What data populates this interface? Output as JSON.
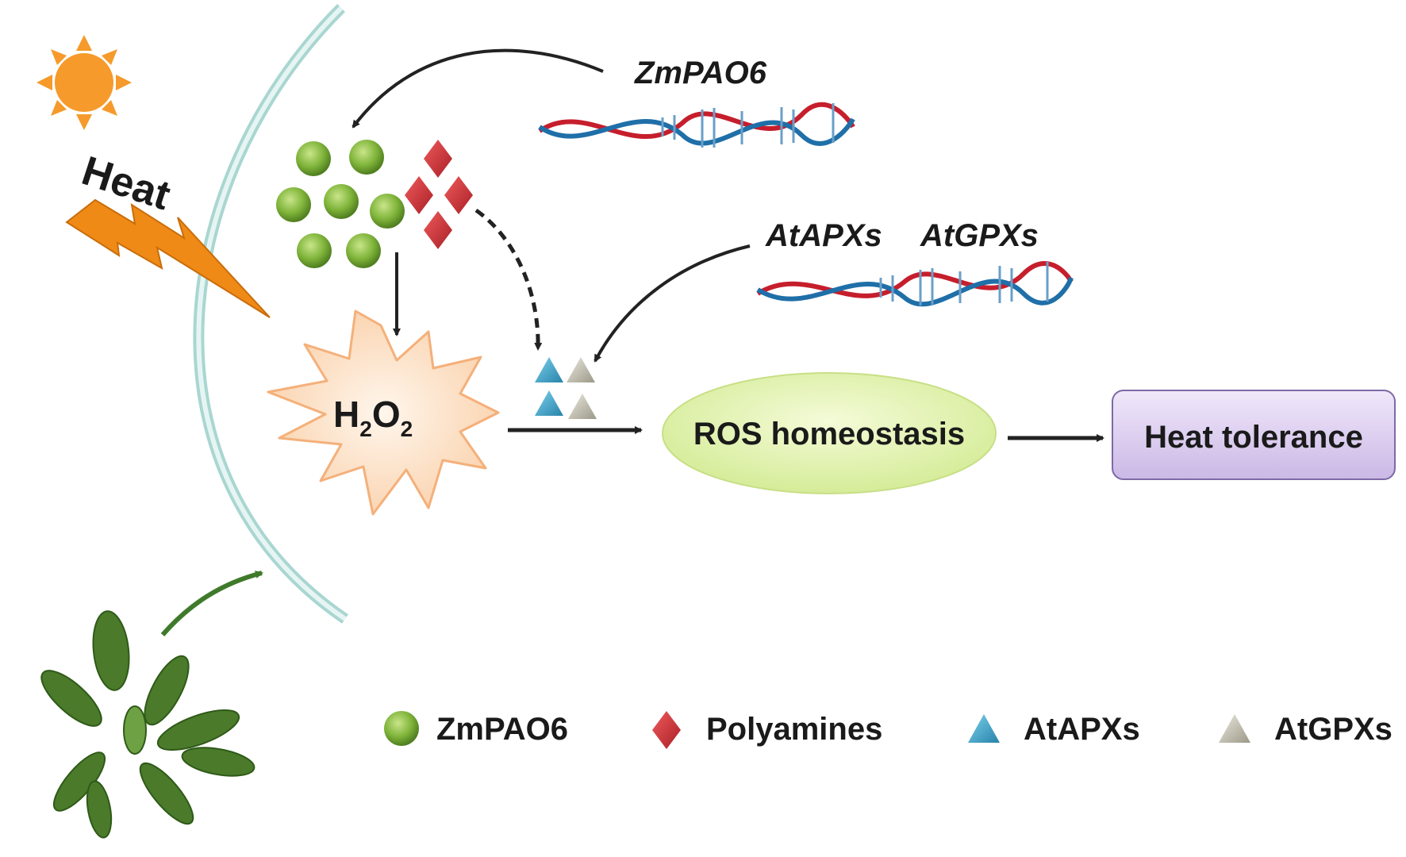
{
  "diagram": {
    "stress_label": "Heat",
    "gene_top": "ZmPAO6",
    "gene_mid_1": "AtAPXs",
    "gene_mid_2": "AtGPXs",
    "h2o2": {
      "base1": "H",
      "sub1": "2",
      "base2": "O",
      "sub2": "2"
    },
    "ros_label": "ROS homeostasis",
    "outcome_label": "Heat tolerance"
  },
  "legend": {
    "items": [
      {
        "label": "ZmPAO6",
        "symbol": "green-circle"
      },
      {
        "label": "Polyamines",
        "symbol": "red-diamond"
      },
      {
        "label": "AtAPXs",
        "symbol": "blue-triangle"
      },
      {
        "label": "AtGPXs",
        "symbol": "gray-triangle"
      }
    ]
  },
  "colors": {
    "sun": "#f59a2b",
    "bolt": "#ef8a17",
    "membrane": "#bfe3df",
    "green_ball": "#7fb43a",
    "diamond": "#d4363b",
    "blue_tri": "#3aa3c9",
    "gray_tri": "#b9b6a9",
    "ros_fill": "#e4f3b4",
    "outcome_fill": "#ddd0ee",
    "burst_fill": "#fde3cb",
    "leaf": "#4a7a2a"
  }
}
